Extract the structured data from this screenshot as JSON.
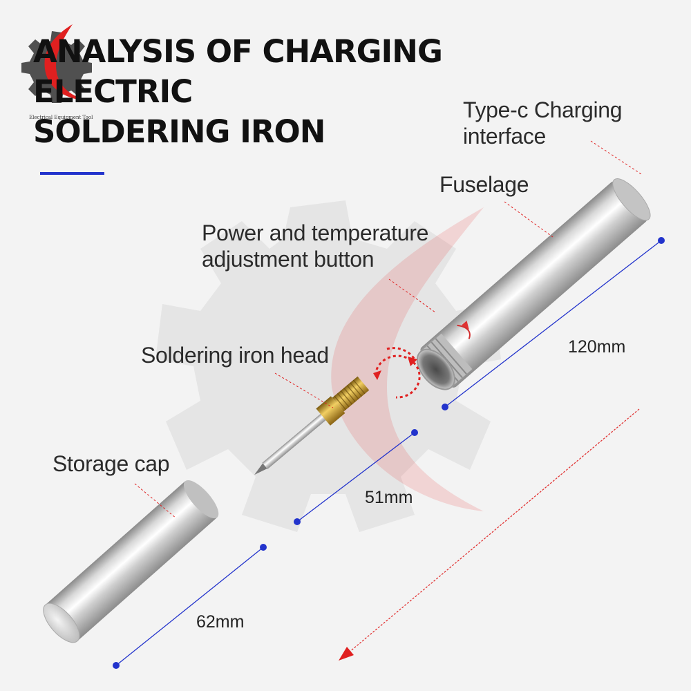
{
  "header": {
    "title_lines": [
      "ANALYSIS OF CHARGING",
      "ELECTRIC",
      "SOLDERING IRON"
    ],
    "brand_subtitle": "Electrical Equipment Tool"
  },
  "labels": {
    "charging": [
      "Type-c Charging",
      "interface"
    ],
    "fuselage": "Fuselage",
    "button": [
      "Power and temperature",
      "adjustment button"
    ],
    "head": "Soldering iron head",
    "cap": "Storage cap"
  },
  "dimensions": {
    "body_length": "120mm",
    "head_length": "51mm",
    "cap_length": "62mm"
  },
  "colors": {
    "accent_blue": "#2233cc",
    "accent_red": "#e02020",
    "background": "#f3f3f3"
  },
  "icons": [
    "gear-logo-icon",
    "circular-arrow-icon",
    "direction-arrow-icon"
  ]
}
